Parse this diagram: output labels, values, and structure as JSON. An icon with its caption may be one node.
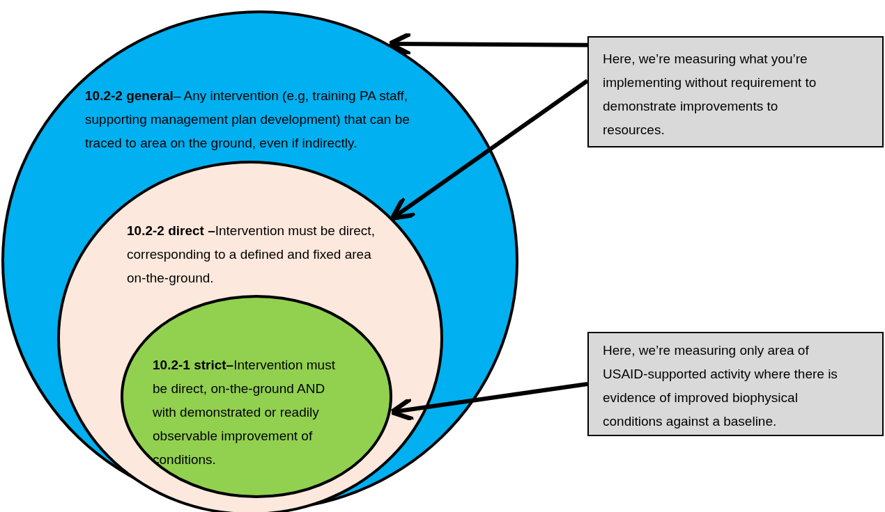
{
  "diagram": {
    "nodes": [
      {
        "text": [
          "**10.2-2 general**– Any intervention (e.g, training PA staff, supporting management plan development) that can be traced to area on the ground, even if indirectly."
        ]
      },
      {
        "text": [
          "**10.2-2 direct –**Intervention must be direct, corresponding to a defined and fixed area on-the-ground."
        ],
        "in": 0
      },
      {
        "text": [
          "**10.2-1 strict–**Intervention must be direct, on-the-ground AND with demonstrated or readily observable improvement of conditions."
        ],
        "in": 1
      },
      {
        "text": [
          "Here, we’re measuring what you’re implementing without requirement to demonstrate improvements to resources."
        ]
      },
      {
        "text": [
          "Here, we’re measuring only area of USAID-supported activity where there is evidence of improved biophysical conditions against a baseline."
        ]
      }
    ],
    "edges": [
      {
        "from": 3,
        "to": 0,
        "arrow": "to"
      },
      {
        "from": 3,
        "to": 1,
        "arrow": "to"
      },
      {
        "from": 4,
        "to": 2,
        "arrow": "to"
      }
    ]
  }
}
